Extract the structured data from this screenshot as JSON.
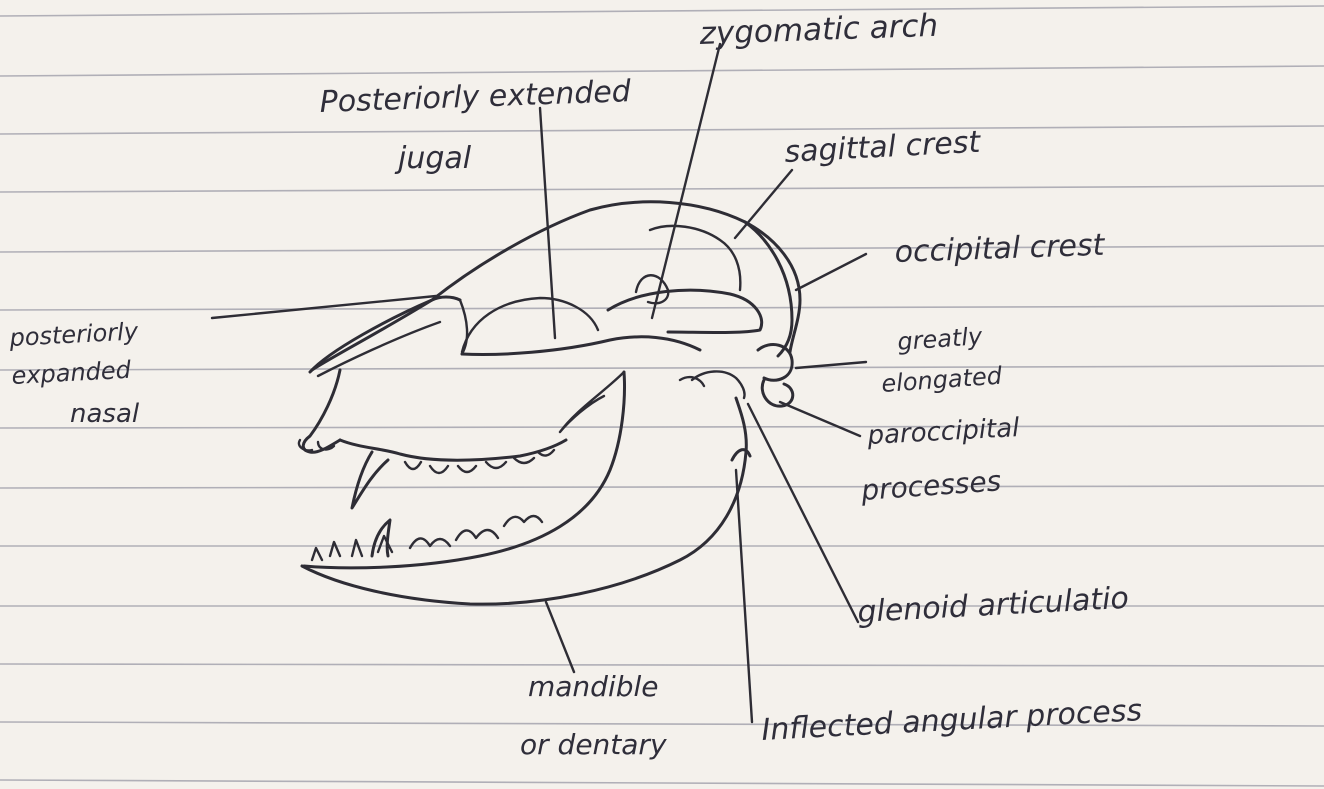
{
  "labels": {
    "zygomatic_arch": "zygomatic arch",
    "posteriorly_extended_jugal_1": "Posteriorly extended",
    "posteriorly_extended_jugal_2": "jugal",
    "sagittal_crest": "sagittal crest",
    "occipital_crest": "occipital crest",
    "posteriorly_expanded_nasal_1": "posteriorly",
    "posteriorly_expanded_nasal_2": "expanded",
    "posteriorly_expanded_nasal_3": "nasal",
    "paroccipital_1": "greatly",
    "paroccipital_2": "elongated",
    "paroccipital_3": "paroccipital",
    "paroccipital_4": "processes",
    "glenoid_articulation": "glenoid articulatio",
    "mandible_1": "mandible",
    "mandible_2": "or dentary",
    "inflected_angular_process": "Inflected angular process"
  },
  "colors": {
    "paper": "#f4f1ec",
    "ink": "#2e2d35",
    "rule": "#9a9aa6"
  }
}
